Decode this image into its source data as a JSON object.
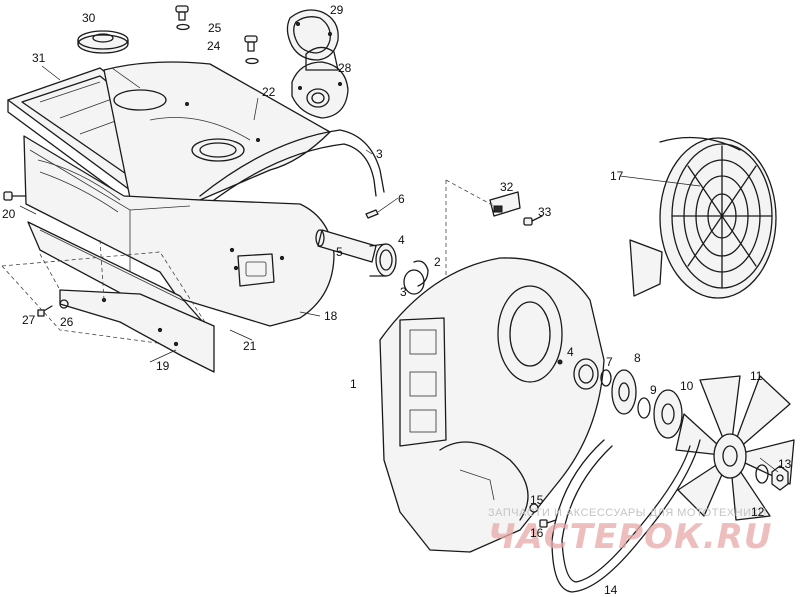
{
  "watermark": {
    "caption": "ЗАПЧАСТИ И АКСЕССУАРЫ ДЛЯ МОТОТЕХНИКИ",
    "brand": "ЧАСТЕРОК.RU",
    "color": "#e8a8a8"
  },
  "callouts": [
    {
      "id": "c30",
      "text": "30"
    },
    {
      "id": "c29",
      "text": "29"
    },
    {
      "id": "c25",
      "text": "25"
    },
    {
      "id": "c24",
      "text": "24"
    },
    {
      "id": "c31",
      "text": "31"
    },
    {
      "id": "c28",
      "text": "28"
    },
    {
      "id": "c22",
      "text": "22"
    },
    {
      "id": "c3a",
      "text": "3"
    },
    {
      "id": "c17",
      "text": "17"
    },
    {
      "id": "c32",
      "text": "32"
    },
    {
      "id": "c6",
      "text": "6"
    },
    {
      "id": "c33",
      "text": "33"
    },
    {
      "id": "c20",
      "text": "20"
    },
    {
      "id": "c4a",
      "text": "4"
    },
    {
      "id": "c5",
      "text": "5"
    },
    {
      "id": "c2",
      "text": "2"
    },
    {
      "id": "c3b",
      "text": "3"
    },
    {
      "id": "c27",
      "text": "27"
    },
    {
      "id": "c26",
      "text": "26"
    },
    {
      "id": "c18",
      "text": "18"
    },
    {
      "id": "c21",
      "text": "21"
    },
    {
      "id": "c19",
      "text": "19"
    },
    {
      "id": "c1",
      "text": "1"
    },
    {
      "id": "c4b",
      "text": "4"
    },
    {
      "id": "c7",
      "text": "7"
    },
    {
      "id": "c8",
      "text": "8"
    },
    {
      "id": "c11",
      "text": "11"
    },
    {
      "id": "c10",
      "text": "10"
    },
    {
      "id": "c9",
      "text": "9"
    },
    {
      "id": "c13",
      "text": "13"
    },
    {
      "id": "c15",
      "text": "15"
    },
    {
      "id": "c16",
      "text": "16"
    },
    {
      "id": "c12",
      "text": "12"
    },
    {
      "id": "c14",
      "text": "14"
    }
  ]
}
